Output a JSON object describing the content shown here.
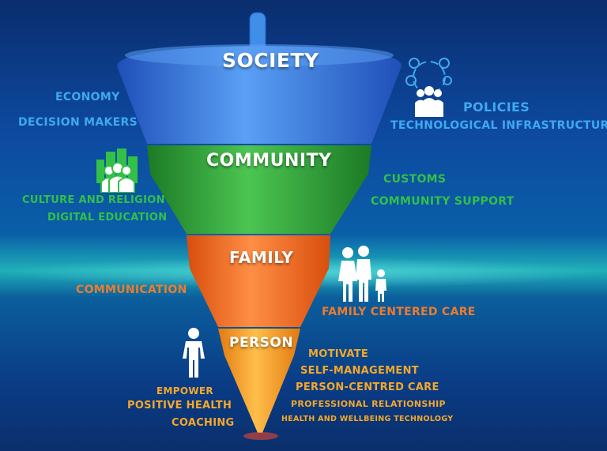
{
  "levels": {
    "society": "SOCIETY",
    "community": "COMMUNITY",
    "family": "FAMILY",
    "person": "PERSON"
  },
  "society": {
    "left": [
      "ECONOMY",
      "DECISION MAKERS"
    ],
    "right": [
      "POLICIES",
      "TECHNOLOGICAL INFRASTRUCTURE"
    ]
  },
  "community": {
    "left": [
      "CULTURE AND RELIGION",
      "DIGITAL EDUCATION"
    ],
    "right": [
      "CUSTOMS",
      "COMMUNITY SUPPORT"
    ]
  },
  "family": {
    "left": [
      "COMMUNICATION"
    ],
    "right": [
      "FAMILY CENTERED CARE"
    ]
  },
  "person": {
    "left": [
      "EMPOWER",
      "POSITIVE HEALTH",
      "COACHING"
    ],
    "right": [
      "MOTIVATE",
      "SELF-MANAGEMENT",
      "PERSON-CENTRED CARE",
      "PROFESSIONAL RELATIONSHIP",
      "HEALTH AND WELLBEING TECHNOLOGY"
    ]
  },
  "colors": {
    "society": "#3b7fe0",
    "community": "#2fa63a",
    "family": "#f26a1b",
    "person": "#f59a1c"
  },
  "icons": [
    "people-network-icon",
    "community-city-icon",
    "family-icon",
    "person-icon"
  ]
}
